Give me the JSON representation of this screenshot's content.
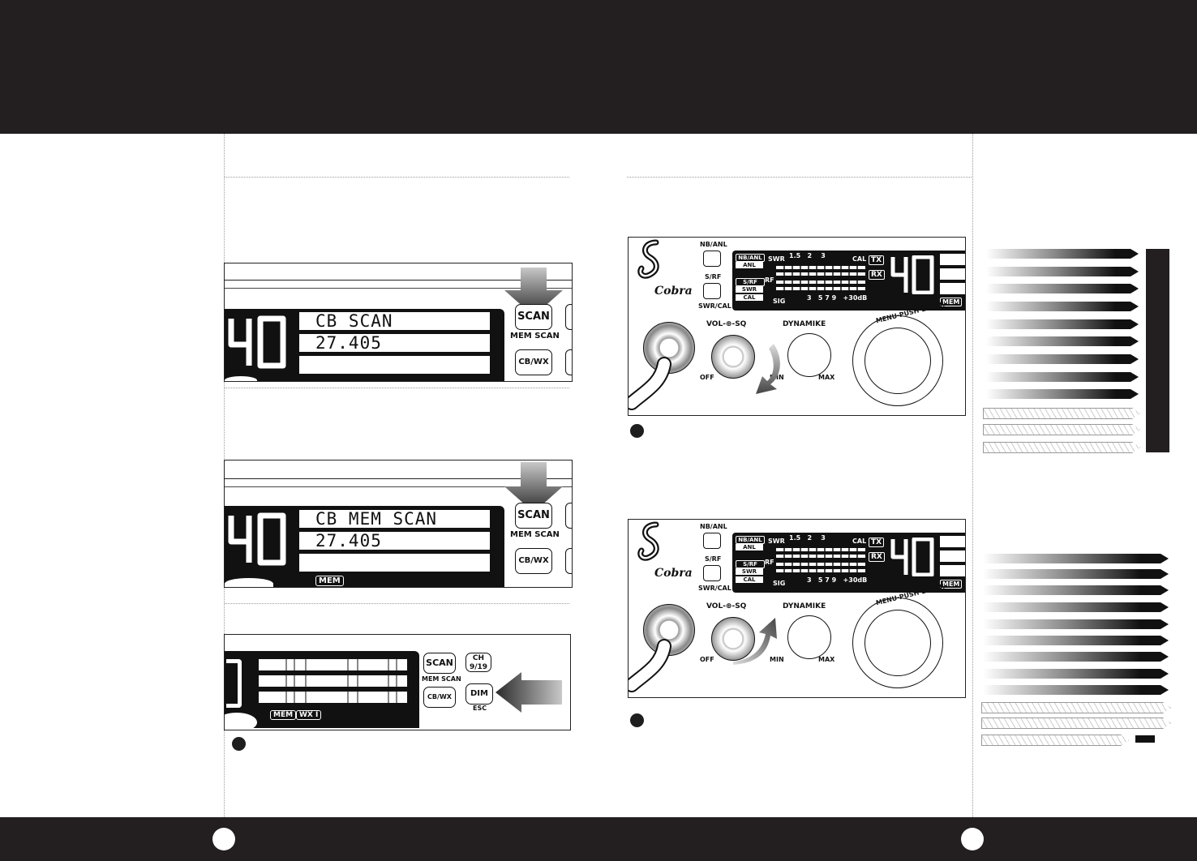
{
  "scan_figure": {
    "channel": "40",
    "line1": "CB SCAN",
    "line2": "27.405",
    "scan_button": "SCAN",
    "mem_scan_label": "MEM SCAN",
    "cbwx_button": "CB/WX"
  },
  "mem_scan_figure": {
    "channel": "40",
    "line1": "CB MEM SCAN",
    "line2": "27.405",
    "scan_button": "SCAN",
    "mem_scan_label": "MEM SCAN",
    "cbwx_button": "CB/WX",
    "mem_badge": "MEM"
  },
  "dim_figure": {
    "scan_button": "SCAN",
    "mem_scan_label": "MEM SCAN",
    "cbwx_button": "CB/WX",
    "ch919_button": "CH 9/19",
    "dim_button": "DIM",
    "esc_label": "ESC",
    "mem_badge": "MEM",
    "wx_badge": "WX I"
  },
  "radio": {
    "brand": "Cobra",
    "nb_anl": "NB/ANL",
    "s_rf": "S/RF",
    "swr_cal": "SWR/CAL",
    "meter_nbanl": "NB/ANL",
    "meter_anl": "ANL",
    "meter_srf": "S/RF",
    "meter_swr": "SWR",
    "meter_cal": "CAL",
    "swr": "SWR",
    "scale_top": "1.5   2    3",
    "cal": "CAL",
    "rf": "RF",
    "sig": "SIG",
    "scale_bottom": "3   5 7 9   +30dB",
    "tx": "TX",
    "rx": "RX",
    "channel": "40",
    "vol_sq": "VOL-⊕-SQ",
    "dynamike": "DYNAMIKE",
    "off": "OFF",
    "min": "MIN",
    "max": "MAX",
    "menu_push_enter": "MENU·PUSH·ENTER",
    "mem_badge": "MEM"
  },
  "colors": {
    "header_band": "#231f20",
    "ink": "#111111"
  }
}
